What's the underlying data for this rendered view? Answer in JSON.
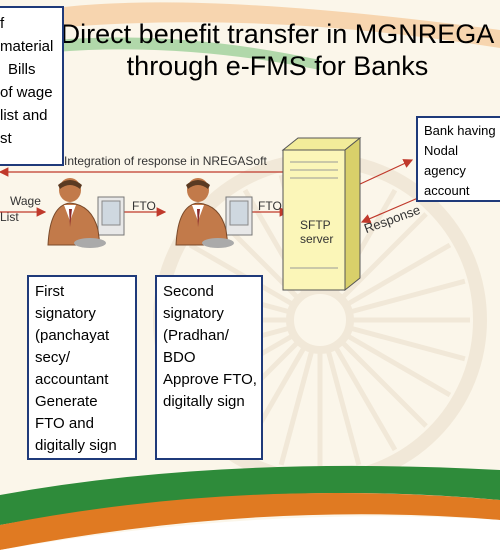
{
  "title": {
    "line1": "Direct benefit transfer in MGNREGA",
    "line2": "through e-FMS for Banks"
  },
  "left_box": {
    "lines": [
      "f",
      "material",
      "Bills",
      "of wage",
      "list and",
      "st"
    ]
  },
  "bank_box": {
    "lines": [
      "Bank having",
      "Nodal",
      "agency",
      "account"
    ]
  },
  "labels": {
    "integration": "Integration of response in NREGASoft",
    "wage_list_1": "Wage",
    "wage_list_2": "List",
    "fto_1": "FTO",
    "fto_2": "FTO",
    "sftp_1": "SFTP",
    "sftp_2": "server",
    "response": "Response"
  },
  "first_box": {
    "lines": [
      "First",
      "signatory",
      "(panchayat",
      "secy/",
      "accountant",
      "Generate",
      "FTO and",
      "digitally sign"
    ]
  },
  "second_box": {
    "lines": [
      "Second",
      "signatory",
      "(Pradhan/",
      "BDO",
      "Approve FTO,",
      "digitally sign"
    ]
  },
  "colors": {
    "box_border": "#1f3a7a",
    "arrow_red": "#c0392b",
    "green_band": "#2e8b3a",
    "orange_band": "#e07a22"
  }
}
